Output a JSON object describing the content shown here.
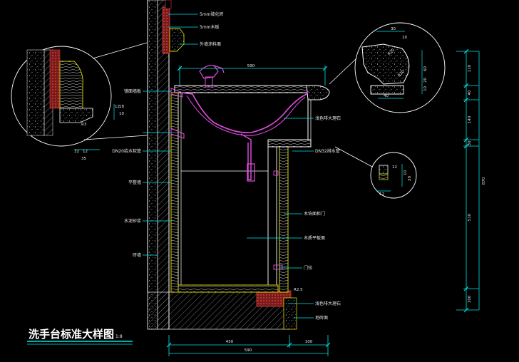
{
  "title": "洗手台标准大样图",
  "scale": "1:8",
  "colors": {
    "background": "#000000",
    "dimension": "#00e5e5",
    "outline": "#ffffff",
    "wall": "#bdbdbd",
    "basin": "#e14de1",
    "cabinet": "#d8d000",
    "tile": "#c03030",
    "leader": "#00e5e5"
  },
  "labels": {
    "top_finish_1": "5mm玻化砖",
    "top_finish_2": "5mm木板",
    "mirror_light": "外墙涂料面",
    "wall_fixture": "镜面墙板",
    "counter_stone": "浅色啡大理石",
    "water_pipe": "DN20给水软管",
    "drain": "DN32排水管",
    "plaster": "平整墙",
    "cement": "水泥砂浆",
    "brick": "砖墙",
    "cabinet_door": "木饰面柜门",
    "shelf": "木质平板面",
    "door_hinge": "门铰",
    "base_stone": "浅色啡大理石",
    "base_block": "地砖面"
  },
  "dimensions": {
    "counter_width": "590",
    "overall_width": "590",
    "base_left": "450",
    "base_right": "100",
    "total_height": "870",
    "seg_top": "110",
    "seg_2": "40",
    "seg_3": "140",
    "seg_4": "30",
    "seg_5": "510",
    "seg_6": "100",
    "detail_top_a": "30",
    "detail_top_b": "10",
    "detail_r1": "R20",
    "detail_r2": "R20",
    "detail_side_a": "60",
    "detail_side_b": "20",
    "detail_side_c": "10",
    "detail_bottom": "40",
    "detail_lower_a": "12",
    "detail_lower_b": "10",
    "detail_lower_c": "20",
    "detail_lower_d": "12",
    "left_detail_a": "12",
    "left_detail_b": "18",
    "left_detail_c": "10",
    "left_detail_d": "32",
    "left_detail_e": "12",
    "left_detail_f": "35",
    "left_detail_r": "R3",
    "base_small": "R2.5"
  }
}
